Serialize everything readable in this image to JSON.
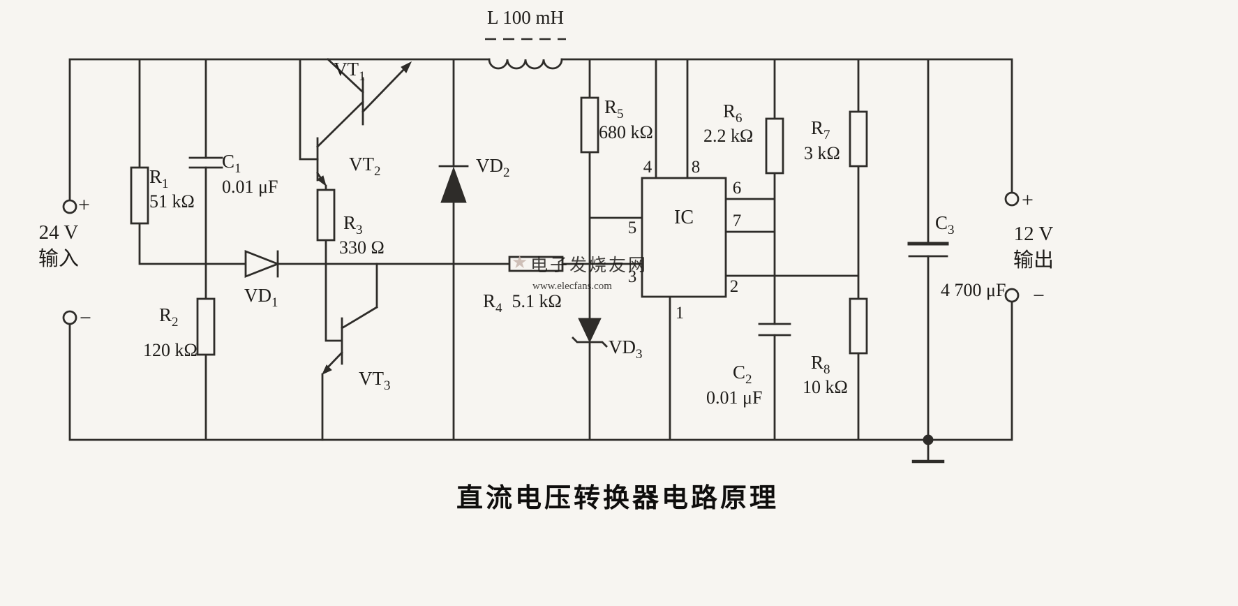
{
  "figure": {
    "title": "直流电压转换器电路原理",
    "watermark_star": "★",
    "watermark_name": "电子发烧友网",
    "watermark_url": "www.elecfans.com"
  },
  "input": {
    "plus": "+",
    "minus": "−",
    "voltage": "24 V",
    "label": "输入"
  },
  "output": {
    "plus": "+",
    "minus": "−",
    "voltage": "12 V",
    "label": "输出"
  },
  "components": {
    "L": {
      "label": "L 100 mH"
    },
    "VT1": {
      "name": "VT",
      "sub": "1"
    },
    "VT2": {
      "name": "VT",
      "sub": "2"
    },
    "VT3": {
      "name": "VT",
      "sub": "3"
    },
    "R1": {
      "name": "R",
      "sub": "1",
      "value": "51 kΩ"
    },
    "R2": {
      "name": "R",
      "sub": "2",
      "value": "120 kΩ"
    },
    "R3": {
      "name": "R",
      "sub": "3",
      "value": "330 Ω"
    },
    "R4": {
      "name": "R",
      "sub": "4",
      "value": "5.1 kΩ"
    },
    "R5": {
      "name": "R",
      "sub": "5",
      "value": "680 kΩ"
    },
    "R6": {
      "name": "R",
      "sub": "6",
      "value": "2.2 kΩ"
    },
    "R7": {
      "name": "R",
      "sub": "7",
      "value": "3 kΩ"
    },
    "R8": {
      "name": "R",
      "sub": "8",
      "value": "10 kΩ"
    },
    "C1": {
      "name": "C",
      "sub": "1",
      "value": "0.01 μF"
    },
    "C2": {
      "name": "C",
      "sub": "2",
      "value": "0.01 μF"
    },
    "C3": {
      "name": "C",
      "sub": "3",
      "value": "4 700 μF"
    },
    "VD1": {
      "name": "VD",
      "sub": "1"
    },
    "VD2": {
      "name": "VD",
      "sub": "2"
    },
    "VD3": {
      "name": "VD",
      "sub": "3"
    }
  },
  "ic": {
    "label": "IC",
    "pins": {
      "1": "1",
      "2": "2",
      "3": "3",
      "4": "4",
      "5": "5",
      "6": "6",
      "7": "7",
      "8": "8"
    }
  }
}
